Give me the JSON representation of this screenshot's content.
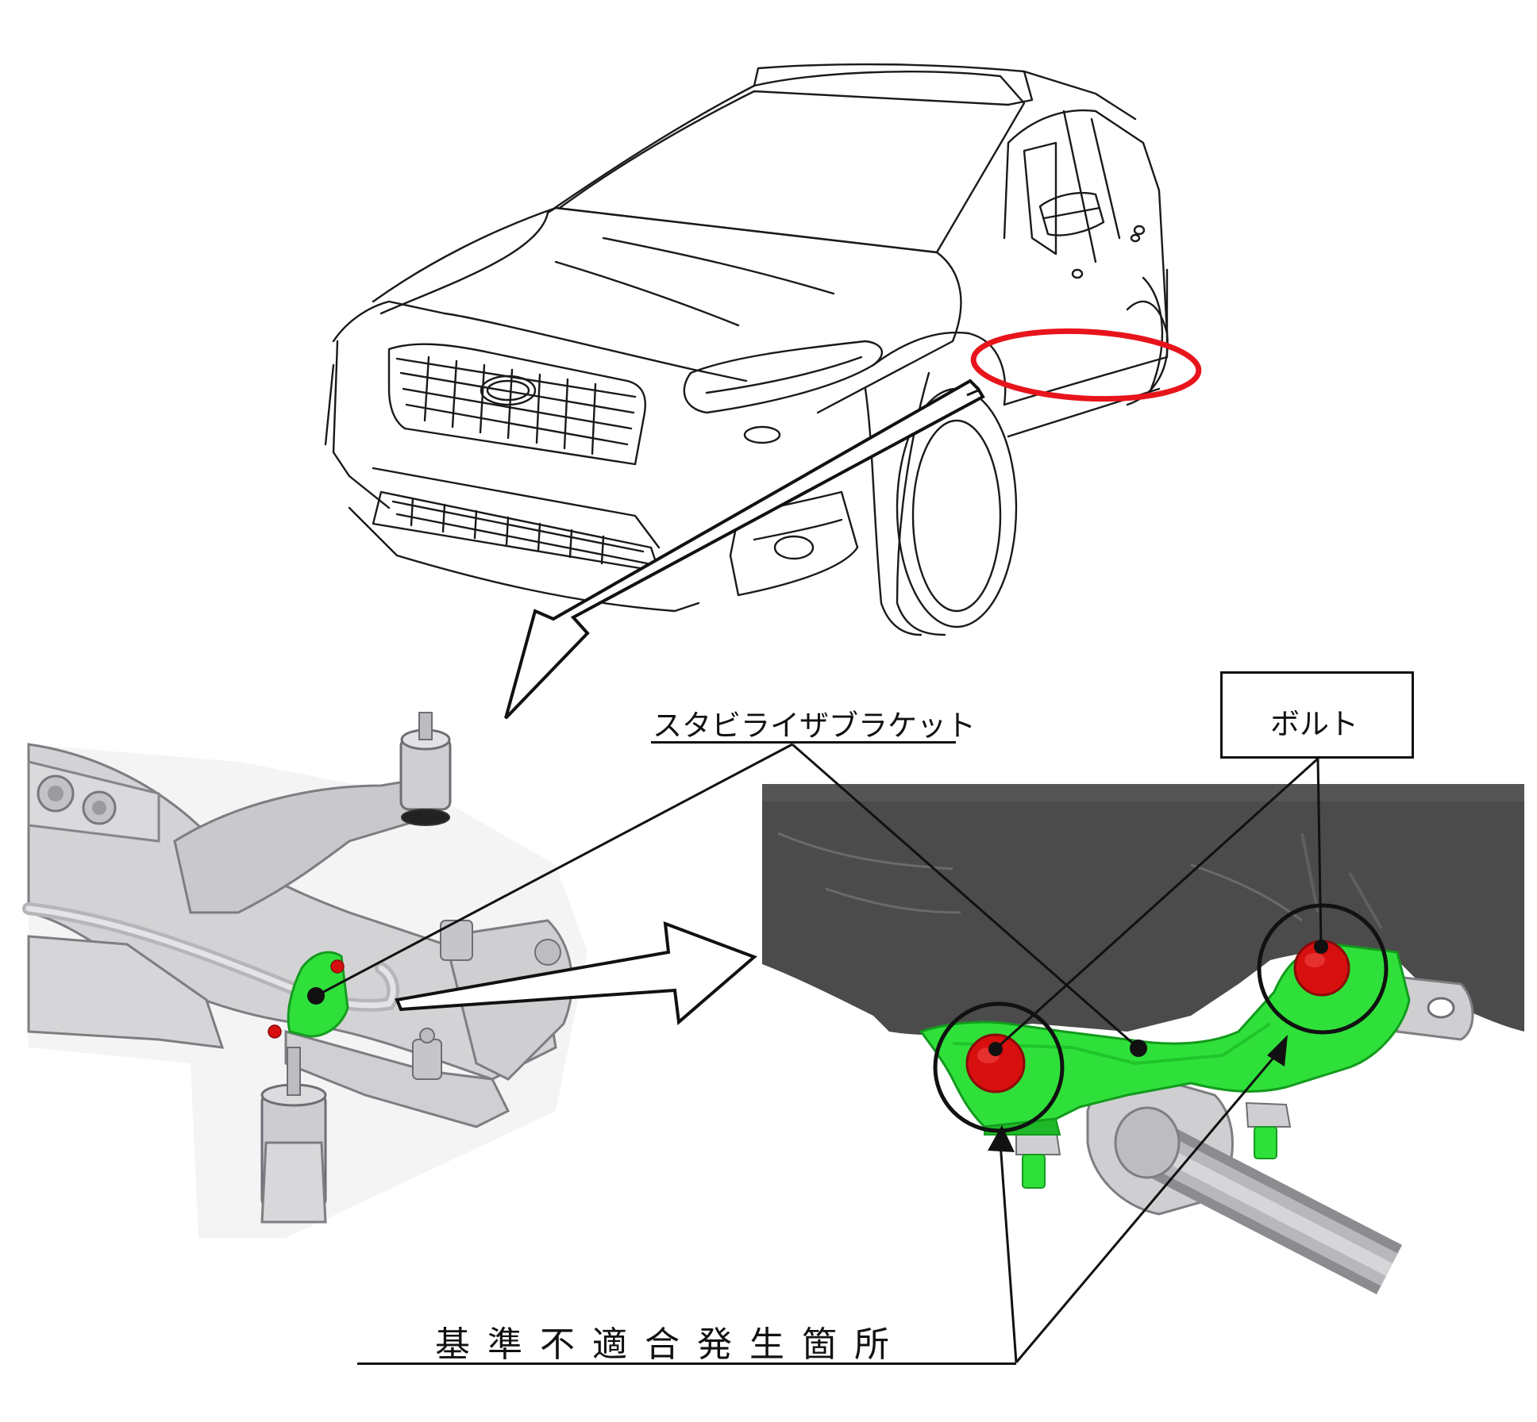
{
  "labels": {
    "stabilizer_bracket": "スタビライザブラケット",
    "bolt": "ボルト",
    "nonconformity_location": "基準不適合発生箇所"
  },
  "colors": {
    "highlight_ellipse": "#e8141b",
    "bracket_green": "#2fe03a",
    "bolt_red": "#d80f0f",
    "underbody_gray": "#4b4b4b",
    "subframe_gray": "#d3d3d5",
    "line_black": "#111111"
  },
  "icons": [
    "car-line-drawing",
    "highlight-ellipse",
    "zoom-arrow",
    "subframe-render",
    "bracket-closeup",
    "bolt-circle",
    "pointer-arrow"
  ]
}
